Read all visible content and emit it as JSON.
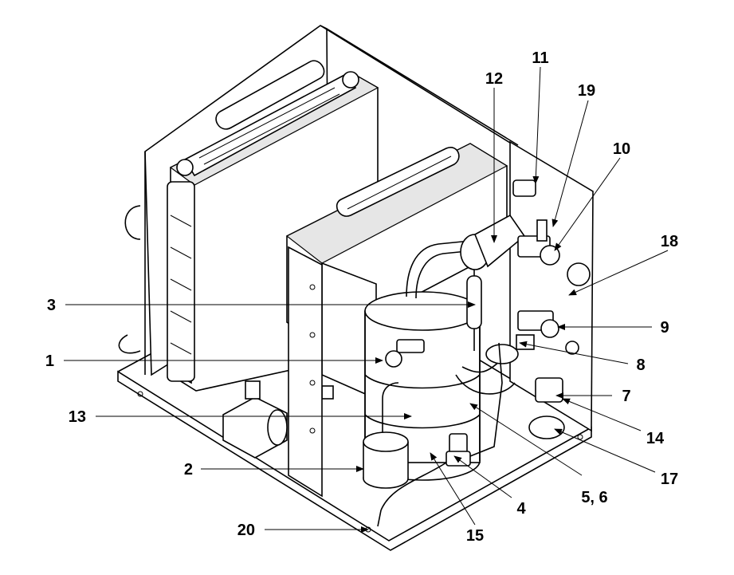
{
  "callouts": [
    {
      "id": "1",
      "label": "1"
    },
    {
      "id": "2",
      "label": "2"
    },
    {
      "id": "3",
      "label": "3"
    },
    {
      "id": "4",
      "label": "4"
    },
    {
      "id": "5-6",
      "label": "5, 6"
    },
    {
      "id": "7",
      "label": "7"
    },
    {
      "id": "8",
      "label": "8"
    },
    {
      "id": "9",
      "label": "9"
    },
    {
      "id": "10",
      "label": "10"
    },
    {
      "id": "11",
      "label": "11"
    },
    {
      "id": "12",
      "label": "12"
    },
    {
      "id": "13",
      "label": "13"
    },
    {
      "id": "14",
      "label": "14"
    },
    {
      "id": "15",
      "label": "15"
    },
    {
      "id": "17",
      "label": "17"
    },
    {
      "id": "18",
      "label": "18"
    },
    {
      "id": "19",
      "label": "19"
    },
    {
      "id": "20",
      "label": "20"
    }
  ]
}
